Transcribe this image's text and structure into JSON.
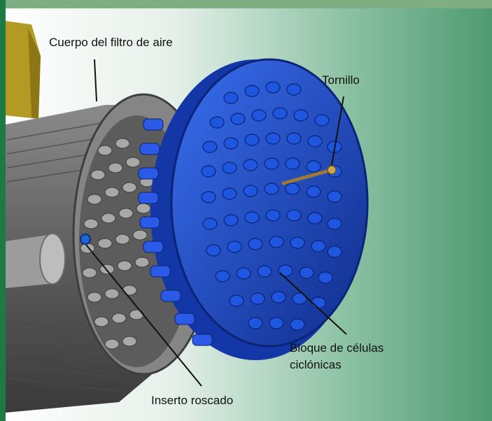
{
  "labels": {
    "air_filter_body": "Cuerpo del filtro de aire",
    "screw": "Tornillo",
    "cyclone_block_line1": "Bloque de células",
    "cyclone_block_line2": "ciclónicas",
    "threaded_insert": "Inserto roscado"
  },
  "colors": {
    "left_stripe": "#1e7a43",
    "top_bar": "#7fae83",
    "background_light": "#ffffff",
    "background_green": "#4f9a73",
    "housing_gray": "#6a6a6a",
    "cyclone_blue": "#1a48c4",
    "screw_brass": "#9a7a3a",
    "yellow_part": "#b39a22"
  }
}
